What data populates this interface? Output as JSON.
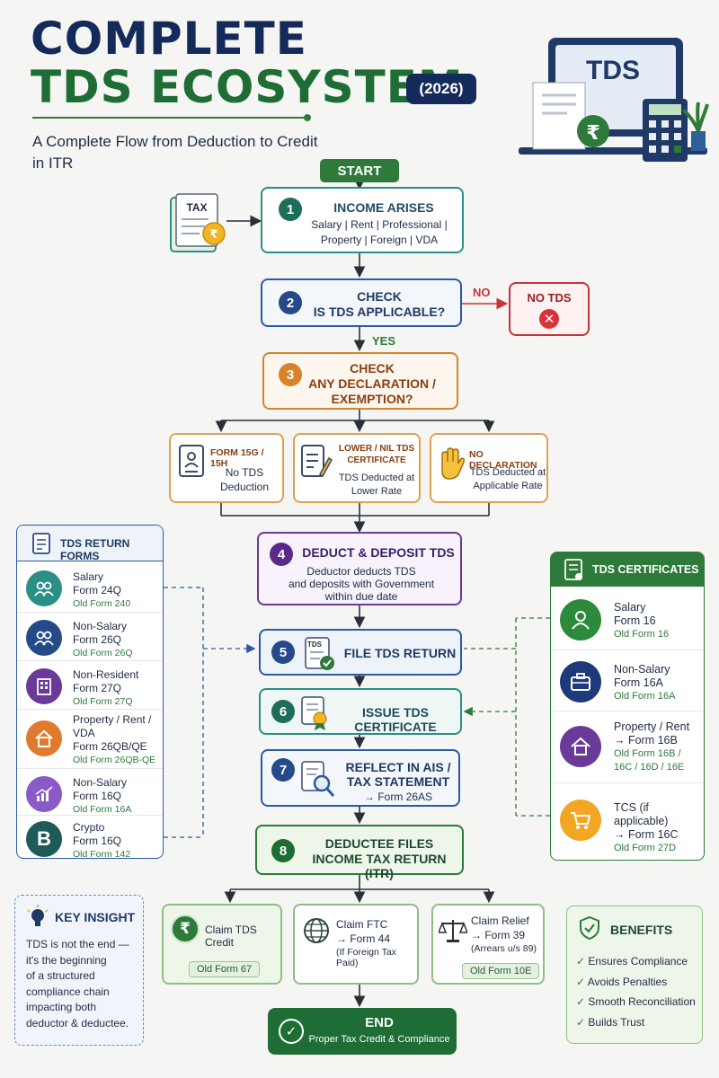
{
  "header": {
    "title_line1": "COMPLETE",
    "title_line2": "TDS ECOSYSTEM",
    "year": "(2026)",
    "subtitle": "A Complete Flow from Deduction to Credit in ITR",
    "laptop_label": "TDS"
  },
  "flow": {
    "start": "START",
    "step1": {
      "num": "1",
      "title": "INCOME ARISES",
      "desc_l1": "Salary | Rent | Professional |",
      "desc_l2": "Property | Foreign | VDA",
      "doc_label": "TAX"
    },
    "step2": {
      "num": "2",
      "title_l1": "CHECK",
      "title_l2": "IS TDS APPLICABLE?"
    },
    "no_label": "NO",
    "yes_label": "YES",
    "no_tds": "NO TDS",
    "step3": {
      "num": "3",
      "title_l1": "CHECK",
      "title_l2": "ANY DECLARATION /",
      "title_l3": "EXEMPTION?"
    },
    "opt_a": {
      "title": "FORM 15G / 15H",
      "desc_l1": "No TDS",
      "desc_l2": "Deduction"
    },
    "opt_b": {
      "title_l1": "LOWER / NIL TDS",
      "title_l2": "CERTIFICATE",
      "desc_l1": "TDS Deducted at",
      "desc_l2": "Lower Rate"
    },
    "opt_c": {
      "title": "NO DECLARATION",
      "desc_l1": "TDS Deducted at",
      "desc_l2": "Applicable Rate"
    },
    "step4": {
      "num": "4",
      "title": "DEDUCT & DEPOSIT TDS",
      "desc_l1": "Deductor deducts TDS",
      "desc_l2": "and deposits with Government",
      "desc_l3": "within due date"
    },
    "step5": {
      "num": "5",
      "title": "FILE TDS RETURN",
      "doc_label": "TDS"
    },
    "step6": {
      "num": "6",
      "title": "ISSUE TDS CERTIFICATE"
    },
    "step7": {
      "num": "7",
      "title_l1": "REFLECT IN AIS /",
      "title_l2": "TAX STATEMENT",
      "desc": "→ Form 26AS"
    },
    "step8": {
      "num": "8",
      "title_l1": "DEDUCTEE FILES",
      "title_l2": "INCOME TAX RETURN (ITR)"
    },
    "claim1": {
      "title": "Claim TDS Credit",
      "pill": "Old Form 67"
    },
    "claim2": {
      "title_l1": "Claim FTC",
      "title_l2": "→ Form 44",
      "desc": "(If Foreign Tax Paid)"
    },
    "claim3": {
      "title_l1": "Claim Relief",
      "title_l2": "→ Form 39",
      "desc": "(Arrears u/s 89)",
      "pill": "Old Form 10E"
    },
    "end": {
      "title": "END",
      "desc": "Proper Tax Credit & Compliance"
    }
  },
  "return_forms": {
    "heading": "TDS RETURN FORMS",
    "items": [
      {
        "l1": "Salary",
        "l2": "Form 24Q",
        "old": "Old Form 240"
      },
      {
        "l1": "Non-Salary",
        "l2": "Form 26Q",
        "old": "Old Form 26Q"
      },
      {
        "l1": "Non-Resident",
        "l2": "Form 27Q",
        "old": "Old Form 27Q"
      },
      {
        "l1": "Property / Rent /",
        "l2": "VDA",
        "l3": "Form 26QB/QE",
        "old": "Old Form 26QB-QE"
      },
      {
        "l1": "Non-Salary",
        "l2": "Form 16Q",
        "old": "Old Form 16A"
      },
      {
        "l1": "Crypto",
        "l2": "Form 16Q",
        "old": "Old Form 142"
      }
    ]
  },
  "certificates": {
    "heading": "TDS CERTIFICATES",
    "items": [
      {
        "l1": "Salary",
        "l2": "Form 16",
        "old": "Old Form 16"
      },
      {
        "l1": "Non-Salary",
        "l2": "Form 16A",
        "old": "Old Form 16A"
      },
      {
        "l1": "Property / Rent",
        "l2": "→ Form 16B",
        "old1": "Old Form 16B /",
        "old2": "16C / 16D / 16E"
      },
      {
        "l1": "TCS (if applicable)",
        "l2": "→ Form 16C",
        "old": "Old Form 27D"
      }
    ]
  },
  "insight": {
    "heading": "KEY INSIGHT",
    "lines": [
      "TDS is not the end —",
      "it's the beginning",
      "of a structured",
      "compliance chain",
      "impacting both",
      "deductor & deductee."
    ]
  },
  "benefits": {
    "heading": "BENEFITS",
    "items": [
      "Ensures Compliance",
      "Avoids Penalties",
      "Smooth Reconciliation",
      "Builds Trust"
    ]
  },
  "colors": {
    "navy": "#132a5a",
    "green": "#1e6d34",
    "teal": "#2a8f86",
    "blue": "#2a5aa8",
    "red": "#c8323a",
    "orange": "#d9822b",
    "purple": "#6a3a98"
  }
}
